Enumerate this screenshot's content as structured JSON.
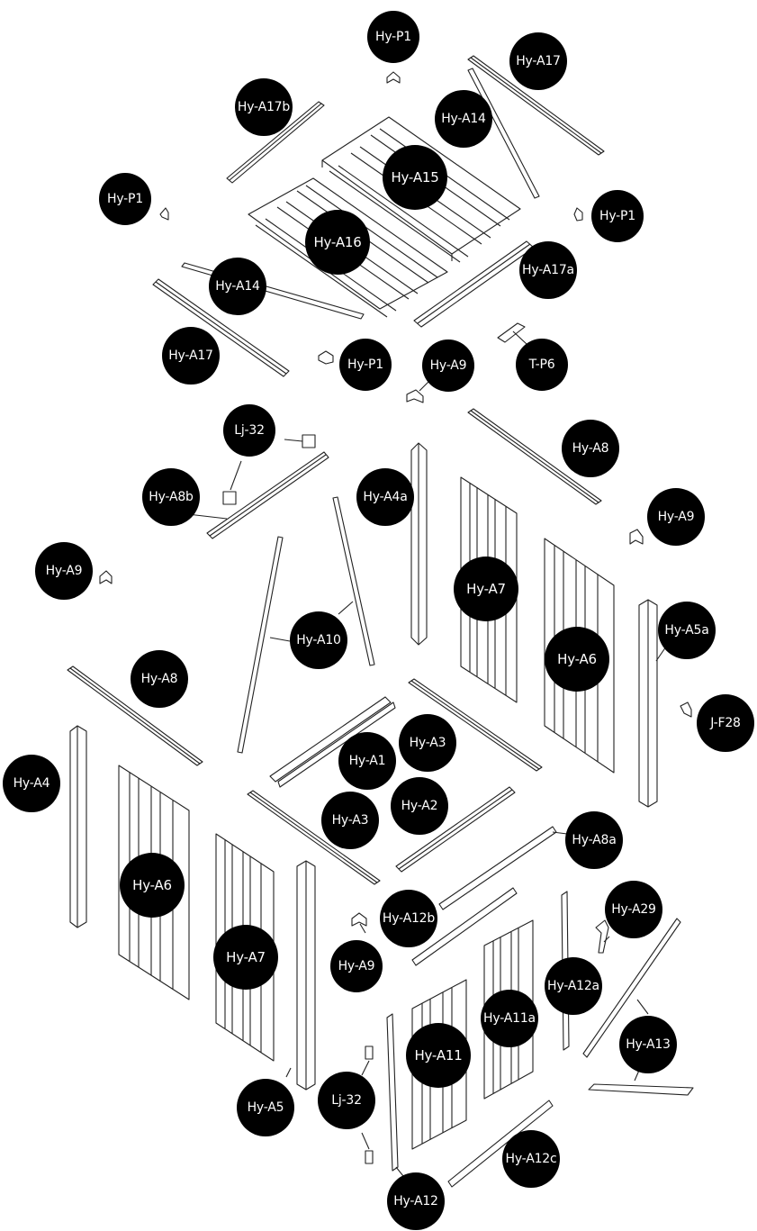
{
  "labels": {
    "hy_p1_top": "Hy-P1",
    "hy_a17_top": "Hy-A17",
    "hy_a17b": "Hy-A17b",
    "hy_a14_top": "Hy-A14",
    "hy_a15": "Hy-A15",
    "hy_p1_left": "Hy-P1",
    "hy_p1_right": "Hy-P1",
    "hy_a16": "Hy-A16",
    "hy_a17a": "Hy-A17a",
    "hy_a14_mid": "Hy-A14",
    "hy_a17_mid": "Hy-A17",
    "hy_p1_bottom": "Hy-P1",
    "hy_a9_roof": "Hy-A9",
    "t_p6": "T-P6",
    "lj_32_top": "Lj-32",
    "hy_a8_right": "Hy-A8",
    "hy_a8b": "Hy-A8b",
    "hy_a4a": "Hy-A4a",
    "hy_a9_right": "Hy-A9",
    "hy_a9_left": "Hy-A9",
    "hy_a7_back": "Hy-A7",
    "hy_a5a": "Hy-A5a",
    "hy_a10": "Hy-A10",
    "hy_a6_back": "Hy-A6",
    "hy_a8_left": "Hy-A8",
    "j_f28": "J-F28",
    "hy_a3_top": "Hy-A3",
    "hy_a1": "Hy-A1",
    "hy_a4": "Hy-A4",
    "hy_a2": "Hy-A2",
    "hy_a3_bottom": "Hy-A3",
    "hy_a8a": "Hy-A8a",
    "hy_a6_front": "Hy-A6",
    "hy_a29": "Hy-A29",
    "hy_a12b": "Hy-A12b",
    "hy_a7_front": "Hy-A7",
    "hy_a9_floor": "Hy-A9",
    "hy_a12a": "Hy-A12a",
    "hy_a11a": "Hy-A11a",
    "hy_a13": "Hy-A13",
    "hy_a11": "Hy-A11",
    "hy_a5": "Hy-A5",
    "lj_32_bottom": "Lj-32",
    "hy_a12c": "Hy-A12c",
    "hy_a12": "Hy-A12"
  }
}
